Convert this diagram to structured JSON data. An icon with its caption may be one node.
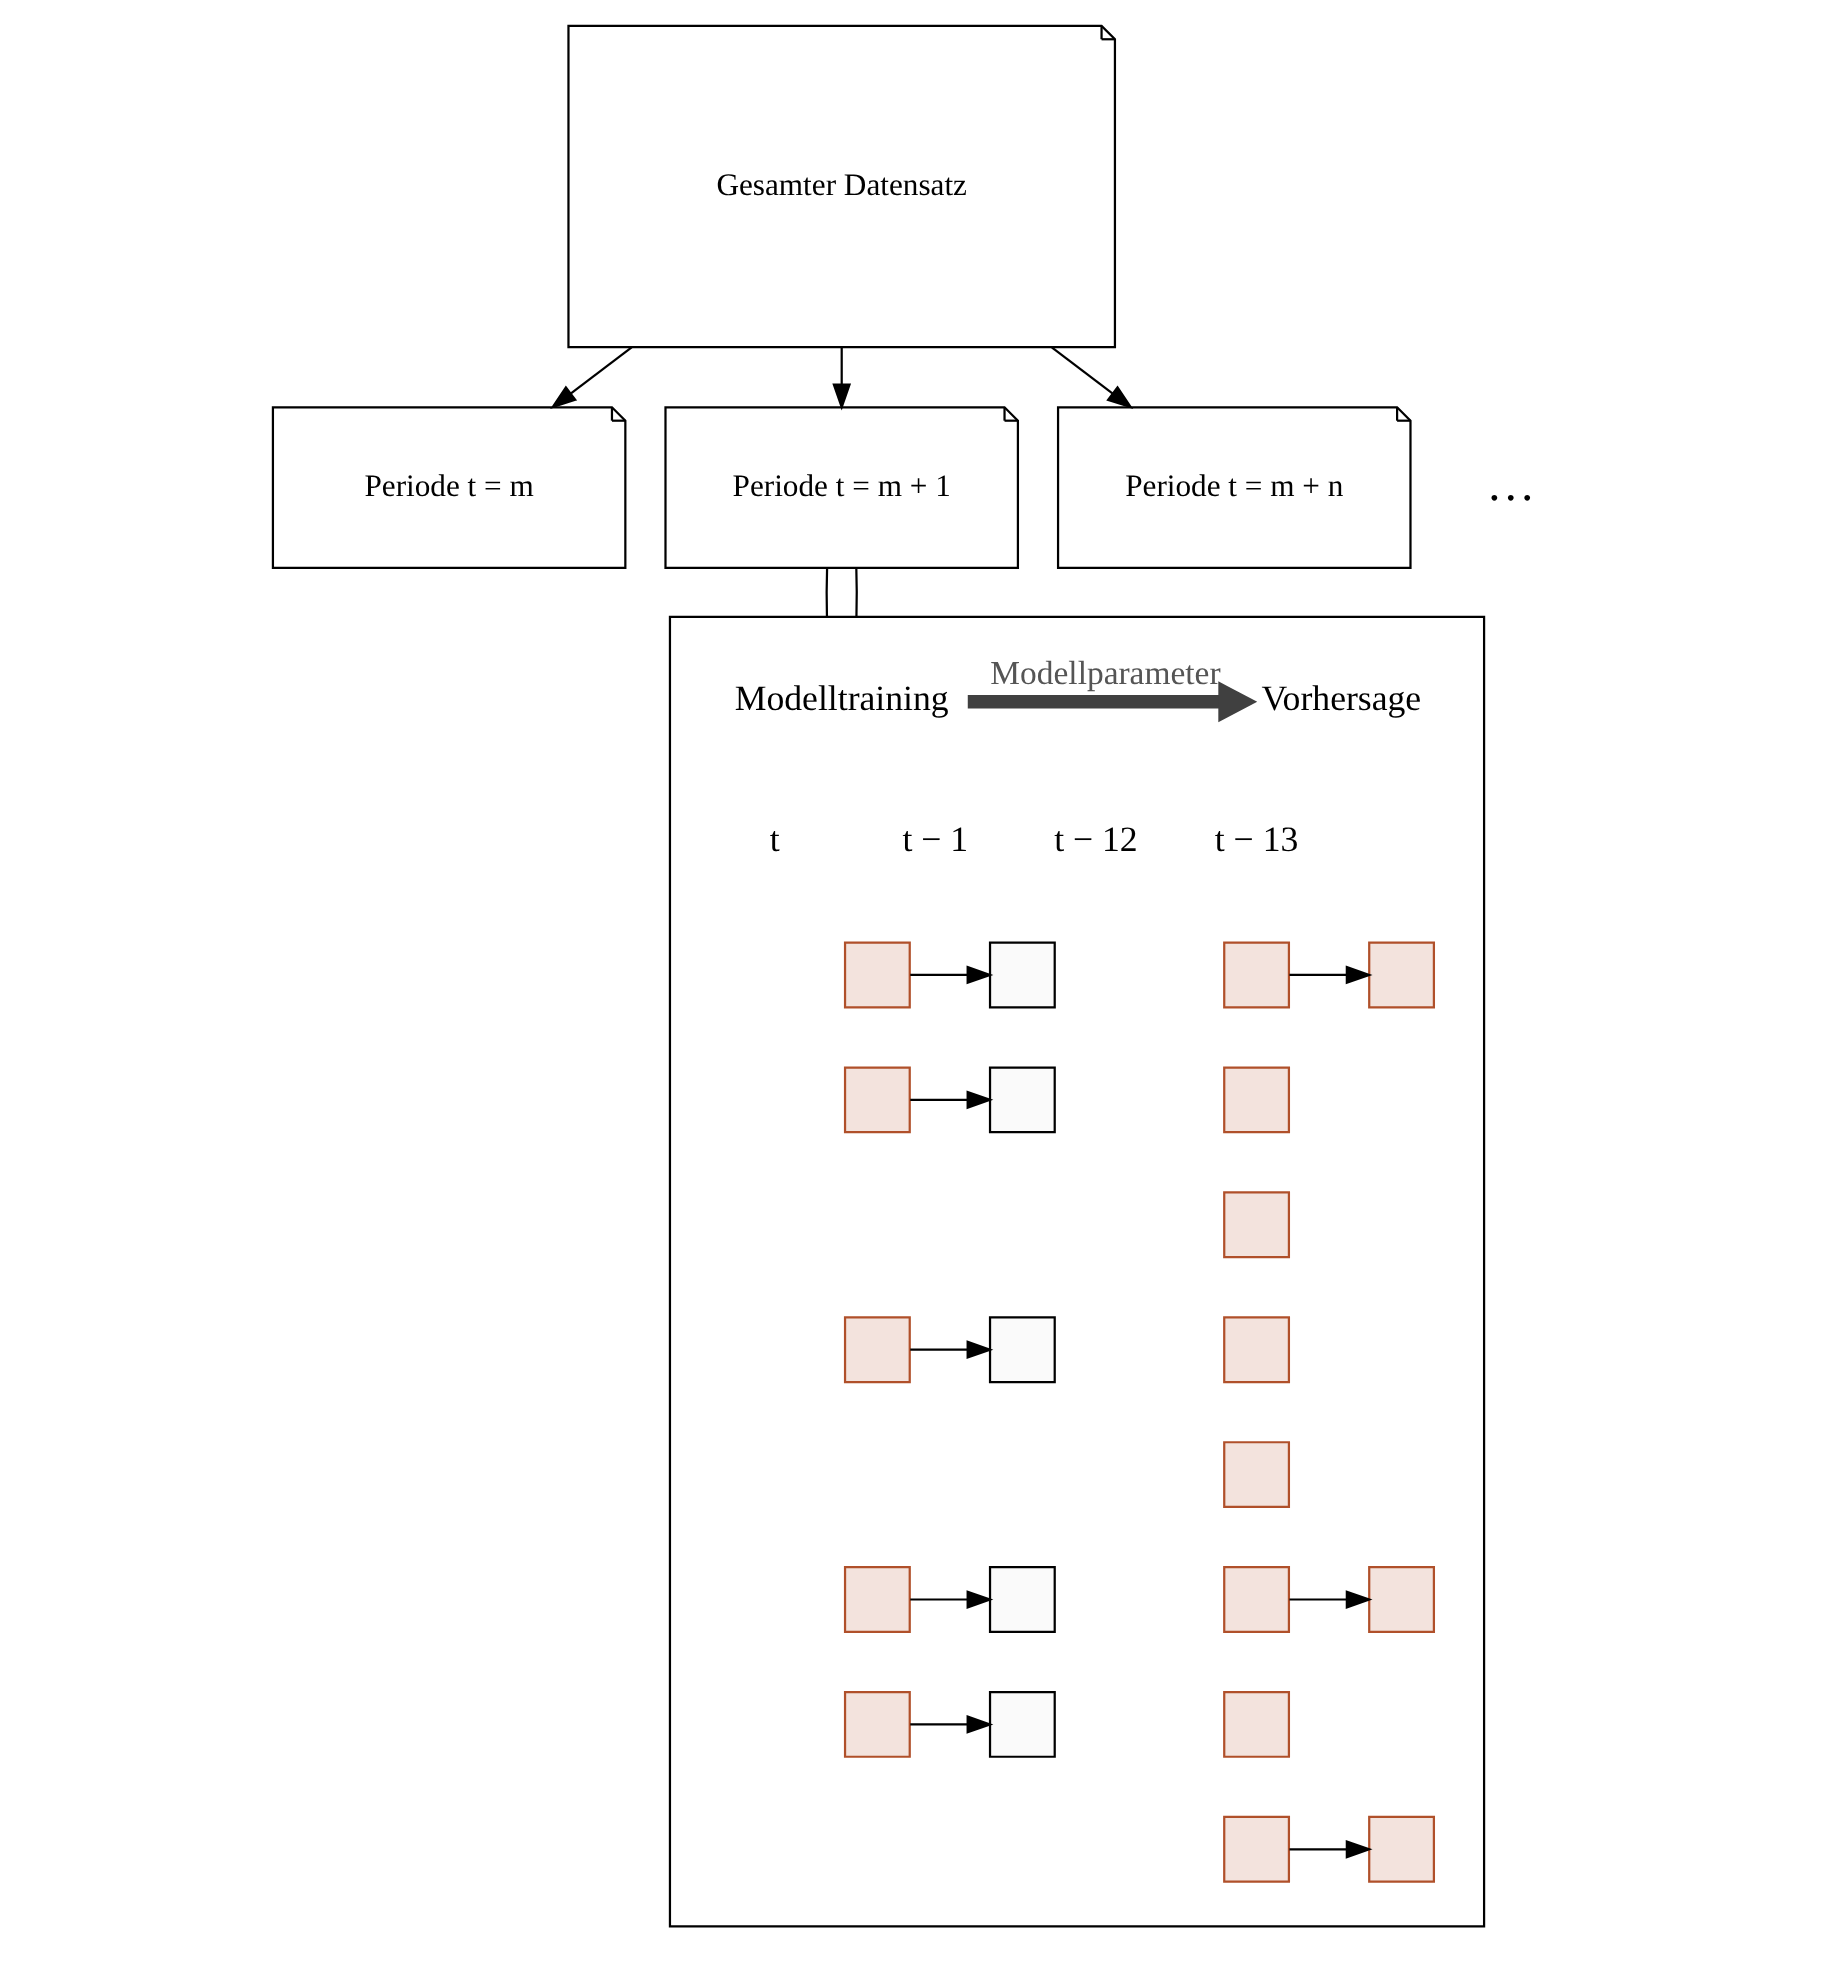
{
  "diagram": {
    "nodes": [
      {
        "text": [
          "Gesamter Datensatz"
        ]
      },
      {
        "text": [
          "Periode t = m"
        ]
      },
      {
        "text": [
          "Periode t = m + 1"
        ]
      },
      {
        "text": [
          "Periode t = m + n"
        ]
      },
      {
        "text": [],
        "shape": "box"
      },
      {
        "text": [
          "Modelltraining"
        ],
        "in": 4
      },
      {
        "text": [
          "Vorhersage"
        ],
        "in": 4
      },
      {
        "text": [],
        "shape": "box",
        "in": 4
      },
      {
        "text": [],
        "shape": "box",
        "in": 4
      },
      {
        "text": [],
        "shape": "box",
        "in": 4
      },
      {
        "text": [],
        "shape": "box",
        "in": 4
      },
      {
        "text": [],
        "shape": "box",
        "in": 4
      },
      {
        "text": [],
        "shape": "box",
        "in": 4
      },
      {
        "text": [],
        "shape": "box",
        "in": 4
      },
      {
        "text": [],
        "shape": "box",
        "in": 4
      },
      {
        "text": [],
        "shape": "box",
        "in": 4
      },
      {
        "text": [],
        "shape": "box",
        "in": 4
      },
      {
        "text": [],
        "shape": "box",
        "in": 4
      },
      {
        "text": [],
        "shape": "box",
        "in": 4
      },
      {
        "text": [],
        "shape": "box",
        "in": 4
      },
      {
        "text": [],
        "shape": "box",
        "in": 4
      },
      {
        "text": [],
        "shape": "box",
        "in": 4
      },
      {
        "text": [],
        "shape": "box",
        "in": 4
      },
      {
        "text": [],
        "shape": "box",
        "in": 4
      },
      {
        "text": [],
        "shape": "box",
        "in": 4
      },
      {
        "text": [],
        "shape": "box",
        "in": 4
      },
      {
        "text": [],
        "shape": "box",
        "in": 4
      },
      {
        "text": [],
        "shape": "box",
        "in": 4
      }
    ],
    "edges": [
      {
        "from": 0,
        "to": 1,
        "arrow": "to"
      },
      {
        "from": 0,
        "to": 2,
        "arrow": "to"
      },
      {
        "from": 0,
        "to": 3,
        "arrow": "to"
      },
      {
        "from": 2,
        "to": 4,
        "arrow": "none"
      },
      {
        "from": 2,
        "to": 4,
        "arrow": "none"
      },
      {
        "from": 7,
        "to": 13,
        "arrow": "to"
      },
      {
        "from": 11,
        "to": 15,
        "arrow": "to"
      },
      {
        "from": 12,
        "to": 17,
        "arrow": "to"
      },
      {
        "from": 5,
        "to": 6,
        "arrow": "to",
        "label": "Modellparameter",
        "style": "thick",
        "color": "#404040"
      },
      {
        "from": 18,
        "to": 23,
        "arrow": "to"
      },
      {
        "from": 19,
        "to": 24,
        "arrow": "to"
      },
      {
        "from": 20,
        "to": 25,
        "arrow": "to"
      },
      {
        "from": 21,
        "to": 26,
        "arrow": "to"
      },
      {
        "from": 22,
        "to": 27,
        "arrow": "to"
      }
    ],
    "labels": [
      "…",
      "t − 13",
      "t − 12",
      "t − 1",
      "t"
    ]
  }
}
